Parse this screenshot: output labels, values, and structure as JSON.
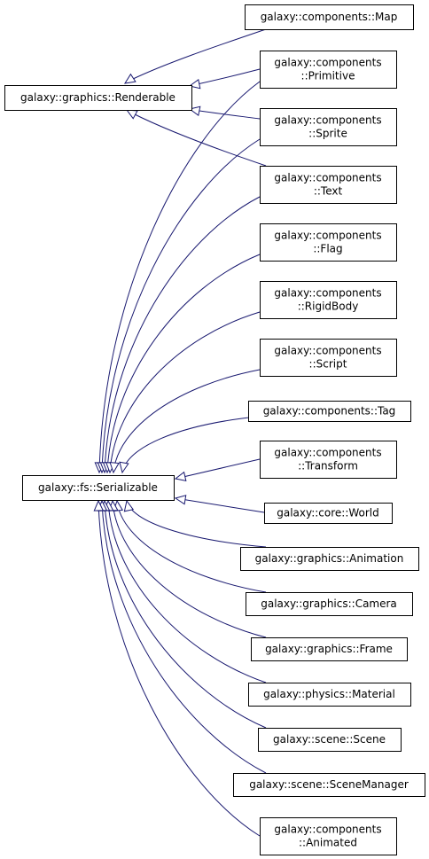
{
  "colors": {
    "edge": "#191970",
    "box_border": "#000000",
    "background": "#ffffff",
    "text": "#000000"
  },
  "nodes": {
    "renderable": [
      "galaxy::graphics::Renderable"
    ],
    "serializable": [
      "galaxy::fs::Serializable"
    ],
    "map": [
      "galaxy::components::Map"
    ],
    "primitive": [
      "galaxy::components",
      "::Primitive"
    ],
    "sprite": [
      "galaxy::components",
      "::Sprite"
    ],
    "text": [
      "galaxy::components",
      "::Text"
    ],
    "flag": [
      "galaxy::components",
      "::Flag"
    ],
    "rigidbody": [
      "galaxy::components",
      "::RigidBody"
    ],
    "script": [
      "galaxy::components",
      "::Script"
    ],
    "tag": [
      "galaxy::components::Tag"
    ],
    "transform": [
      "galaxy::components",
      "::Transform"
    ],
    "world": [
      "galaxy::core::World"
    ],
    "animation": [
      "galaxy::graphics::Animation"
    ],
    "camera": [
      "galaxy::graphics::Camera"
    ],
    "frame": [
      "galaxy::graphics::Frame"
    ],
    "material": [
      "galaxy::physics::Material"
    ],
    "scene": [
      "galaxy::scene::Scene"
    ],
    "scenemanager": [
      "galaxy::scene::SceneManager"
    ],
    "animated": [
      "galaxy::components",
      "::Animated"
    ]
  }
}
